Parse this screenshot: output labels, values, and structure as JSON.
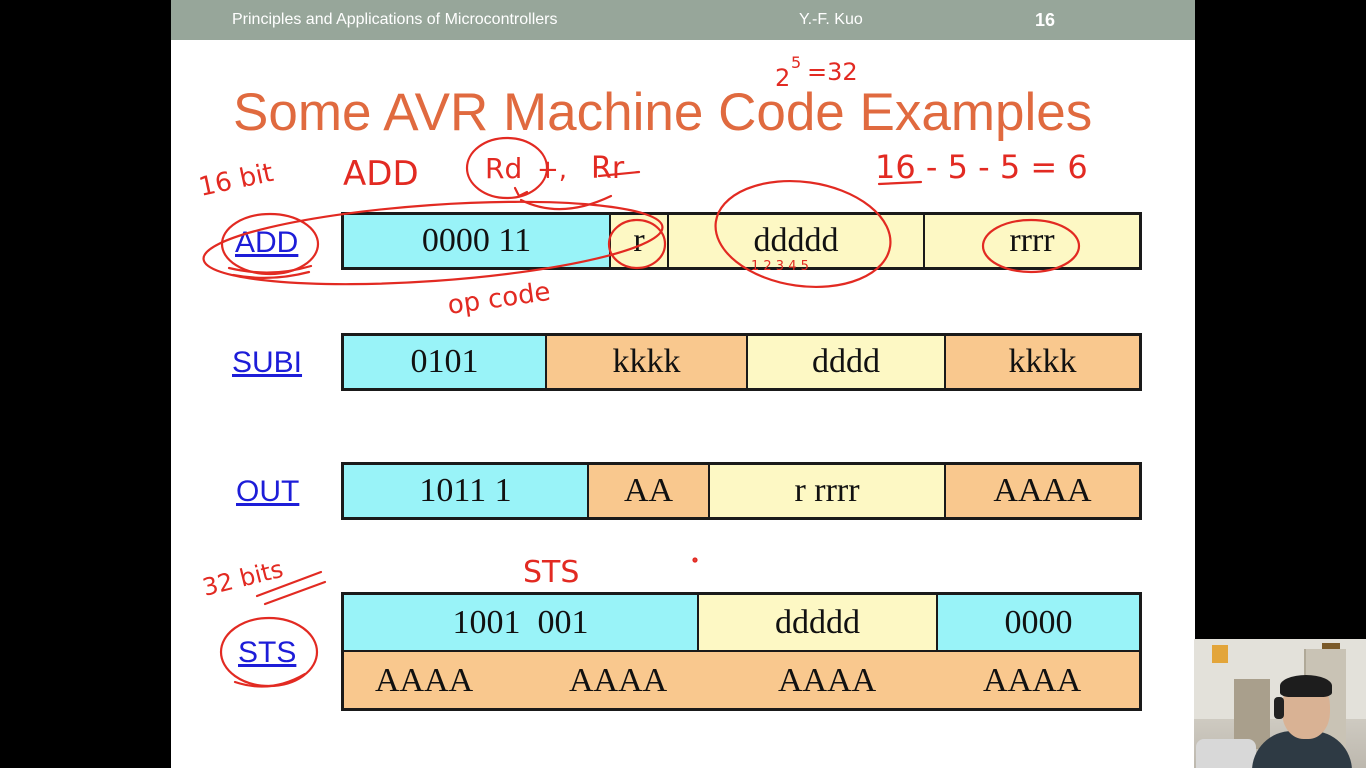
{
  "header": {
    "course": "Principles and Applications of Microcontrollers",
    "author": "Y.-F. Kuo",
    "page": "16"
  },
  "title": "Some AVR Machine Code Examples",
  "instructions": {
    "add": {
      "label": "ADD",
      "cells": [
        "0000 11",
        "r",
        "ddddd",
        "rrrr"
      ]
    },
    "subi": {
      "label": "SUBI",
      "cells": [
        "0101",
        "kkkk",
        "dddd",
        "kkkk"
      ]
    },
    "out": {
      "label": "OUT",
      "cells": [
        "1011 1",
        "AA",
        "r rrrr",
        "AAAA"
      ]
    },
    "sts": {
      "label": "STS",
      "top_cells": [
        "1001  001",
        "ddddd",
        "0000"
      ],
      "bottom_cells": [
        "AAAA",
        "AAAA",
        "AAAA",
        "AAAA"
      ]
    }
  },
  "annotations": {
    "bits16": "16 bit",
    "add_syntax": "ADD",
    "rd": "Rd",
    "plus": "+,",
    "rr": "Rr",
    "pow": "2",
    "pow_exp": "5",
    "pow_eq": "=32",
    "calc": "16 - 5 - 5 = 6",
    "opcode": "op code",
    "digits": "1 2 3 4 5",
    "bits32": "32 bits",
    "sts": "STS"
  },
  "colors": {
    "header_bg": "#97a69a",
    "title": "#e06a3f",
    "link": "#1d1dd8",
    "opcode_cyan": "#99f3f8",
    "register_yellow": "#fdf8c4",
    "constant_orange": "#f9c88e",
    "ink_red": "#e22a22"
  },
  "webcam": {
    "description_icon": "presenter-video-feed"
  }
}
